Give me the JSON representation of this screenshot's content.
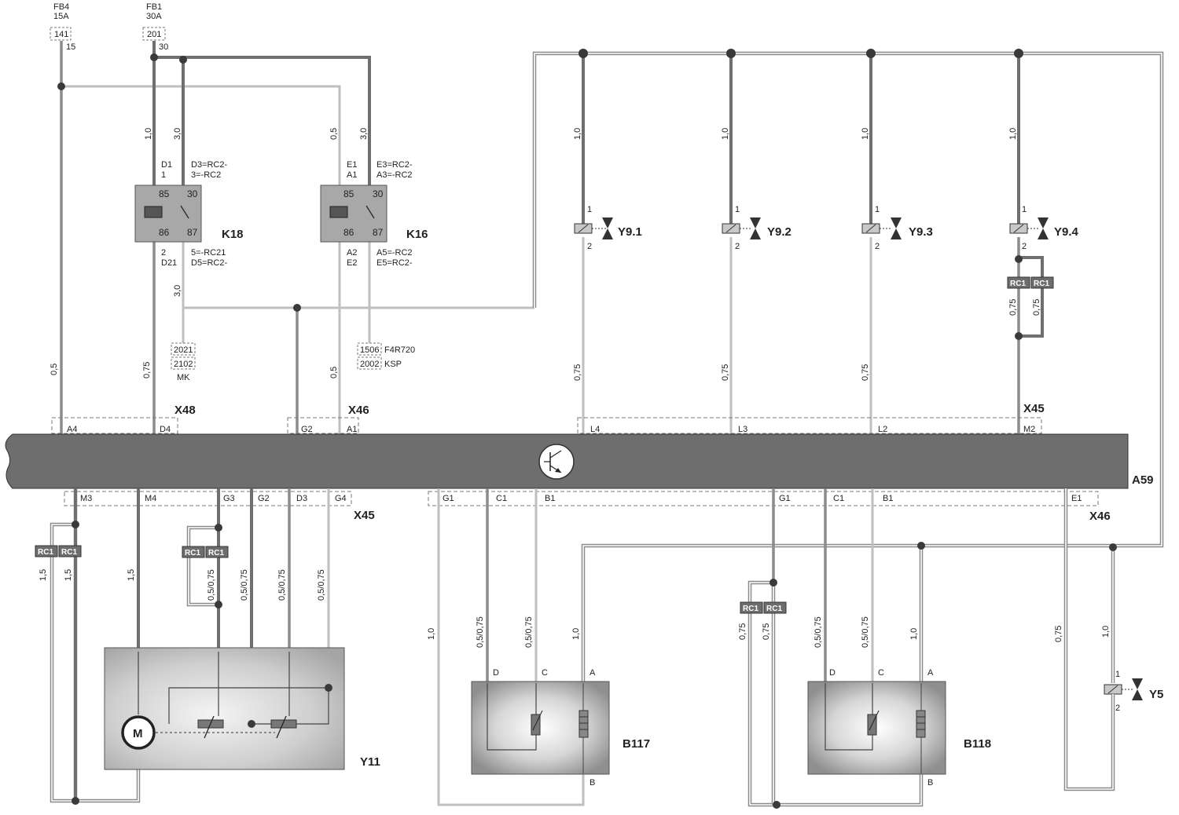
{
  "fuses": {
    "fb4": {
      "name": "FB4",
      "rating": "15A",
      "box": "141",
      "pin": "15"
    },
    "fb1": {
      "name": "FB1",
      "rating": "30A",
      "box": "201",
      "pin": "30"
    }
  },
  "relays": {
    "k18": {
      "name": "K18",
      "p85": "85",
      "p30": "30",
      "p86": "86",
      "p87": "87",
      "top_left_1": "D1",
      "top_left_2": "1",
      "top_right_1": "D3=RC2-",
      "top_right_2": "3=-RC2",
      "bot_left_1": "2",
      "bot_left_2": "D21",
      "bot_right_1": "5=-RC21",
      "bot_right_2": "D5=RC2-"
    },
    "k16": {
      "name": "K16",
      "p85": "85",
      "p30": "30",
      "p86": "86",
      "p87": "87",
      "top_left_1": "E1",
      "top_left_2": "A1",
      "top_right_1": "E3=RC2-",
      "top_right_2": "A3=-RC2",
      "bot_left_1": "A2",
      "bot_left_2": "E2",
      "bot_right_1": "A5=-RC2",
      "bot_right_2": "E5=RC2-"
    }
  },
  "terminals": {
    "t2021": "2021",
    "t2102": "2102",
    "mk": "MK",
    "t1506": "1506",
    "t2002": "2002",
    "f4r720": "F4R720",
    "ksp": "KSP"
  },
  "wire_sizes": {
    "w1_0": "1,0",
    "w3_0": "3,0",
    "w0_5": "0,5",
    "w0_75": "0,75",
    "w1_5": "1,5",
    "w0575": "0,5/0,75"
  },
  "valves": [
    {
      "name": "Y9.1",
      "pin1": "1",
      "pin2": "2"
    },
    {
      "name": "Y9.2",
      "pin1": "1",
      "pin2": "2"
    },
    {
      "name": "Y9.3",
      "pin1": "1",
      "pin2": "2"
    },
    {
      "name": "Y9.4",
      "pin1": "1",
      "pin2": "2"
    },
    {
      "name": "Y5",
      "pin1": "1",
      "pin2": "2"
    }
  ],
  "rc1": "RC1",
  "connectors": {
    "x48": "X48",
    "x46_top": "X46",
    "x45_top": "X45",
    "x45_bottom": "X45",
    "x46_bottom": "X46"
  },
  "module": {
    "name": "A59"
  },
  "top_pins": [
    "A4",
    "D4",
    "G2",
    "A1",
    "L4",
    "L3",
    "L2",
    "M2"
  ],
  "bottom_pins": [
    "M3",
    "M4",
    "G3",
    "G2",
    "D3",
    "G4",
    "G1",
    "C1",
    "B1",
    "G1",
    "C1",
    "B1",
    "E1"
  ],
  "components": {
    "y11": "Y11",
    "motor": "M",
    "b117": {
      "name": "B117",
      "d": "D",
      "c": "C",
      "a": "A",
      "b": "B"
    },
    "b118": {
      "name": "B118",
      "d": "D",
      "c": "C",
      "a": "A",
      "b": "B"
    }
  }
}
